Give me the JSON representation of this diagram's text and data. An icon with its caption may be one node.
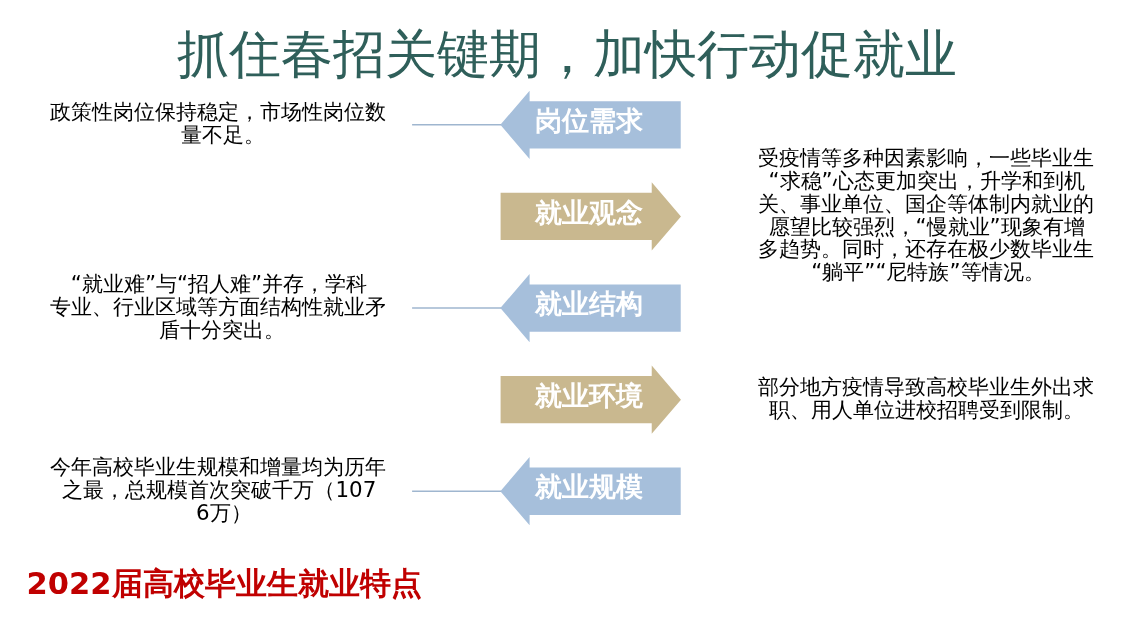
{
  "diagram": {
    "title": "抓住春招关键期，加快行动促就业",
    "nodes": [
      {
        "text": [
          "今年高校毕业生规模和增量均为历年之最，总规模首次突破千万（1076万）"
        ]
      },
      {
        "text": [
          "就业规模"
        ]
      },
      {
        "text": [
          "就业环境"
        ]
      },
      {
        "text": [
          "部分地方疫情导致高校毕业生外出求职、用人单位进校招聘受到限制。"
        ]
      },
      {
        "text": [
          "“就业难”与“招人难”并存，学科专业、行业区域等方面结构性就业矛盾十分突出。"
        ]
      },
      {
        "text": [
          "就业结构"
        ]
      },
      {
        "text": [
          "就业观念"
        ]
      },
      {
        "text": [
          "受疫情等多种因素影响，一些毕业生“求稳”心态更加突出，升学和到机关、事业单位、国企等体制内就业的愿望比较强烈，“慢就业”现象有增多趋势。同时，还存在极少数毕业生“躺平”“尼特族”等情况。"
        ]
      },
      {
        "text": [
          "政策性岗位保持稳定，市场性岗位数量不足。"
        ]
      },
      {
        "text": [
          "岗位需求"
        ]
      }
    ],
    "edges": [
      {
        "from": 0,
        "to": 1,
        "arrow": "none"
      },
      {
        "from": 4,
        "to": 5,
        "arrow": "none"
      },
      {
        "from": 8,
        "to": 9,
        "arrow": "none"
      }
    ],
    "labels": [
      "2022届高校毕业生就业特点"
    ]
  }
}
